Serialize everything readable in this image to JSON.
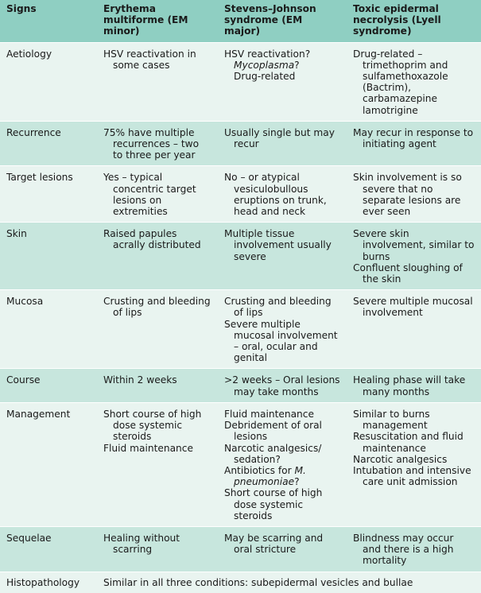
{
  "headers": [
    "Signs",
    "Erythema multiforme (EM minor)",
    "Stevens–Johnson syndrome (EM major)",
    "Toxic epidermal necrolysis (Lyell syndrome)"
  ],
  "rows": [
    {
      "sign": "Aetiology",
      "c1": [
        "HSV reactivation in some cases"
      ],
      "c2a": "HSV reactivation?",
      "c2b": "Mycoplasma",
      "c2c": "?",
      "c2d": "Drug-related",
      "c3a": "Drug-related –",
      "c3b": "trimethoprim and sulfamethoxazole (Bactrim), carbamazepine lamotrigine"
    },
    {
      "sign": "Recurrence",
      "c1": "75% have multiple recurrences – two to three per year",
      "c2": "Usually single but may recur",
      "c3": "May recur in response to initiating agent"
    },
    {
      "sign": "Target lesions",
      "c1": "Yes – typical concentric target lesions on extremities",
      "c2": "No – or atypical vesiculobullous eruptions on trunk, head and neck",
      "c3": "Skin involvement is so severe that no separate lesions are ever seen"
    },
    {
      "sign": "Skin",
      "c1": "Raised papules acrally distributed",
      "c2": "Multiple tissue involvement usually severe",
      "c3a": "Severe skin involvement, similar to burns",
      "c3b": "Confluent sloughing of the skin"
    },
    {
      "sign": "Mucosa",
      "c1": "Crusting and bleeding of lips",
      "c2a": "Crusting and bleeding of lips",
      "c2b": "Severe multiple mucosal involvement – oral, ocular and genital",
      "c3": "Severe multiple mucosal involvement"
    },
    {
      "sign": "Course",
      "c1": "Within 2 weeks",
      "c2": ">2 weeks – Oral lesions may take months",
      "c3": "Healing phase will take many months"
    },
    {
      "sign": "Management",
      "c1a": "Short course of high dose systemic steroids",
      "c1b": "Fluid maintenance",
      "c2a": "Fluid maintenance",
      "c2b": "Debridement of oral lesions",
      "c2c": "Narcotic analgesics/ sedation?",
      "c2d1": "Antibiotics for",
      "c2d2": "M. pneumoniae",
      "c2d3": "?",
      "c2e": "Short course of high dose systemic steroids",
      "c3a": "Similar to burns management",
      "c3b": "Resuscitation and fluid maintenance",
      "c3c": "Narcotic analgesics",
      "c3d": "Intubation and intensive care unit admission"
    },
    {
      "sign": "Sequelae",
      "c1": "Healing without scarring",
      "c2": "May be scarring and oral stricture",
      "c3": "Blindness may occur and there is a high mortality"
    },
    {
      "sign": "Histopathology",
      "span": "Similar in all three conditions: subepidermal vesicles and bullae"
    }
  ]
}
